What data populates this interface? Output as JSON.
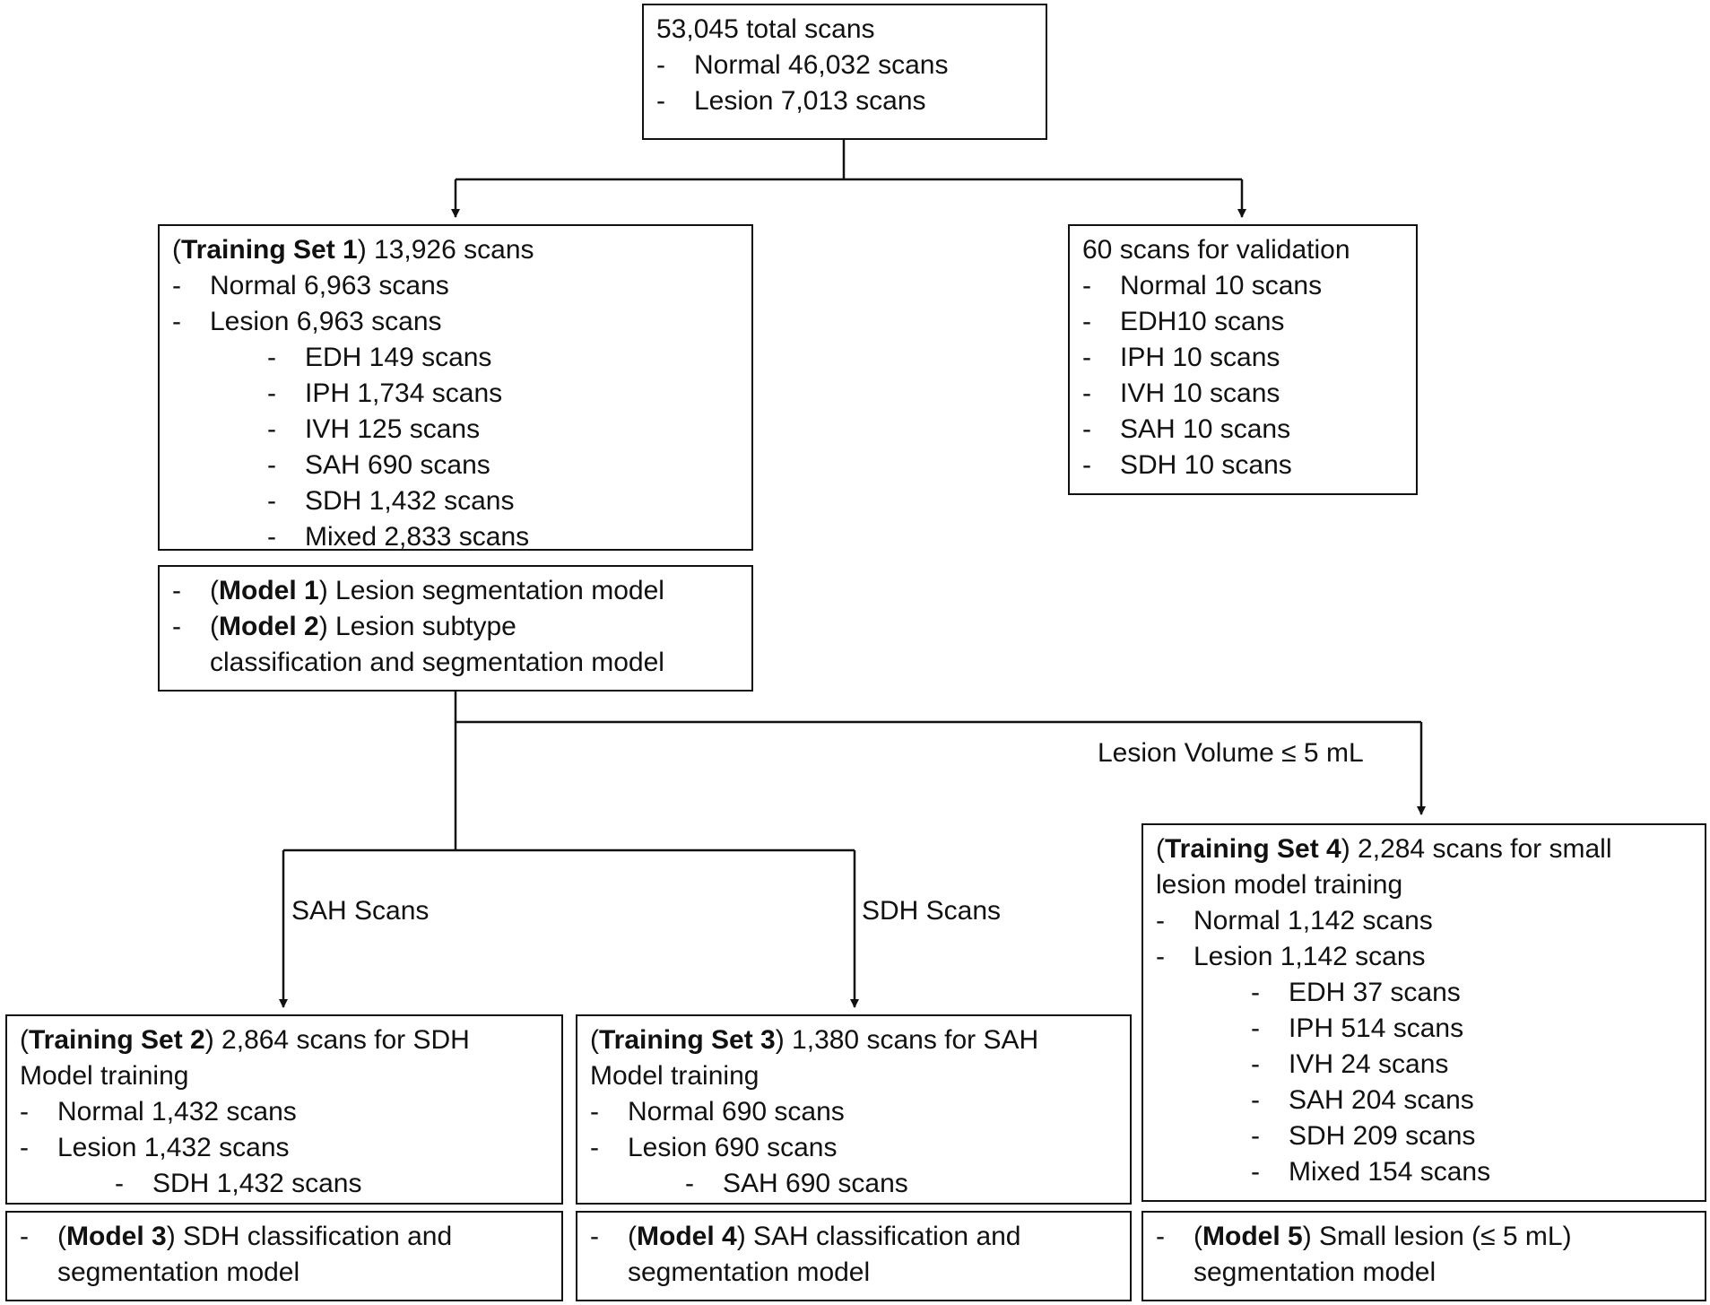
{
  "root": {
    "title": "53,045 total scans",
    "items": [
      "Normal 46,032 scans",
      "Lesion 7,013 scans"
    ]
  },
  "validation": {
    "title": "60 scans for validation",
    "items": [
      "Normal 10 scans",
      "EDH10 scans",
      "IPH 10 scans",
      "IVH 10 scans",
      "SAH 10 scans",
      "SDH 10 scans"
    ]
  },
  "training_set_1": {
    "label": "Training Set 1",
    "title_rest": "13,926 scans",
    "items": [
      "Normal 6,963 scans",
      "Lesion 6,963 scans"
    ],
    "subitems": [
      "EDH 149 scans",
      "IPH 1,734 scans",
      "IVH 125 scans",
      "SAH 690 scans",
      "SDH 1,432 scans",
      "Mixed 2,833 scans"
    ]
  },
  "models_1_2": {
    "m1_label": "Model 1",
    "m1_text": "Lesion segmentation model",
    "m2_label": "Model 2",
    "m2_text": "Lesion subtype",
    "m2_text_cont": "classification and segmentation model"
  },
  "edges": {
    "lesion_volume": "Lesion Volume ≤ 5 mL",
    "sah_scans": "SAH Scans",
    "sdh_scans": "SDH Scans"
  },
  "training_set_2": {
    "label": "Training Set 2",
    "title_rest": "2,864 scans for SDH",
    "title_cont": "Model training",
    "items": [
      "Normal 1,432 scans",
      "Lesion 1,432 scans"
    ],
    "subitems": [
      "SDH 1,432 scans"
    ]
  },
  "training_set_3": {
    "label": "Training Set 3",
    "title_rest": "1,380 scans for SAH",
    "title_cont": "Model training",
    "items": [
      "Normal 690 scans",
      "Lesion 690 scans"
    ],
    "subitems": [
      "SAH 690 scans"
    ]
  },
  "training_set_4": {
    "label": "Training Set 4",
    "title_rest": "2,284 scans for small",
    "title_cont": "lesion model training",
    "items": [
      "Normal 1,142 scans",
      "Lesion 1,142 scans"
    ],
    "subitems": [
      "EDH 37 scans",
      "IPH 514 scans",
      "IVH 24 scans",
      "SAH 204 scans",
      "SDH 209 scans",
      "Mixed 154 scans"
    ]
  },
  "model_3": {
    "label": "Model 3",
    "text": "SDH classification and",
    "text_cont": "segmentation model"
  },
  "model_4": {
    "label": "Model 4",
    "text": "SAH classification and",
    "text_cont": "segmentation model"
  },
  "model_5": {
    "label": "Model 5",
    "text": "Small lesion (≤ 5 mL)",
    "text_cont": "segmentation model"
  },
  "bullet": "-"
}
